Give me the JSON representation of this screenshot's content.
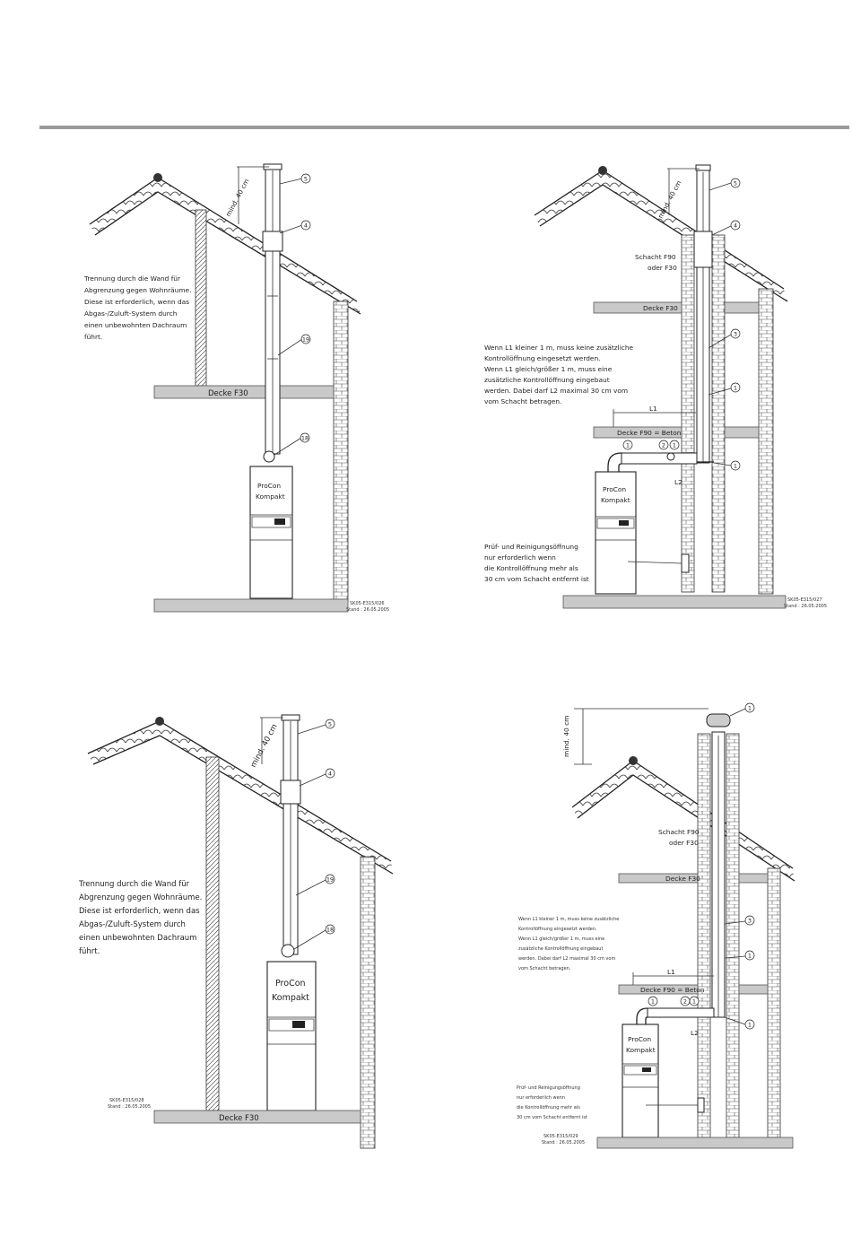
{
  "diagrams": [
    {
      "id": "top-left",
      "dim_label": "mind. 40 cm",
      "note_lines": [
        "Trennung durch die Wand für",
        "Abgrenzung gegen Wohnräume.",
        "Diese ist erforderlich, wenn das",
        "Abgas-/Zuluft-System durch",
        "einen unbewohnten Dachraum",
        "führt."
      ],
      "ceiling_label": "Decke F30",
      "boiler_line1": "ProCon",
      "boiler_line2": "Kompakt",
      "callouts": [
        "5",
        "4",
        "19",
        "18"
      ],
      "stamp_line1": "SK05-E315/026",
      "stamp_line2": "Stand : 26.05.2005"
    },
    {
      "id": "top-right",
      "dim_label": "mind. 40 cm",
      "shaft_line1": "Schacht F90",
      "shaft_line2": "oder F30",
      "ceiling_label": "Decke F30",
      "note_lines": [
        "Wenn L1 kleiner 1 m, muss keine zusätzliche",
        "Kontrollöffnung eingesetzt werden.",
        "Wenn L1 gleich/größer 1 m, muss eine",
        "zusätzliche Kontrollöffnung eingebaut",
        "werden. Dabei darf L2 maximal 30 cm vom",
        "vom Schacht betragen."
      ],
      "l1_label": "L1",
      "l2_label": "L2",
      "concrete_label": "Decke F90 = Beton",
      "boiler_line1": "ProCon",
      "boiler_line2": "Kompakt",
      "callouts": [
        "5",
        "4",
        "3",
        "1",
        "1",
        "1",
        "2",
        "1"
      ],
      "inspect_lines": [
        "Prüf- und Reinigungsöffnung",
        "nur erforderlich wenn",
        "die Kontrollöffnung mehr als",
        "30 cm vom Schacht entfernt ist"
      ],
      "stamp_line1": "SK05-E315/027",
      "stamp_line2": "Stand : 26.05.2005"
    },
    {
      "id": "bottom-left",
      "dim_label": "mind. 40 cm",
      "note_lines": [
        "Trennung durch die Wand für",
        "Abgrenzung gegen Wohnräume.",
        "Diese ist erforderlich, wenn das",
        "Abgas-/Zuluft-System durch",
        "einen unbewohnten Dachraum",
        "führt."
      ],
      "ceiling_label": "Decke F30",
      "boiler_line1": "ProCon",
      "boiler_line2": "Kompakt",
      "callouts": [
        "5",
        "4",
        "19",
        "18"
      ],
      "stamp_line1": "SK05-E315/028",
      "stamp_line2": "Stand : 26.05.2005"
    },
    {
      "id": "bottom-right",
      "dim_label": "mind. 40 cm",
      "shaft_line1": "Schacht F90",
      "shaft_line2": "oder F30",
      "ceiling_label": "Decke F30",
      "note_lines": [
        "Wenn L1 kleiner 1 m, muss keine zusätzliche",
        "Kontrollöffnung eingesetzt werden.",
        "Wenn L1 gleich/größer 1 m, muss eine",
        "zusätzliche Kontrollöffnung eingebaut",
        "werden. Dabei darf L2 maximal 30 cm vom",
        "vom Schacht betragen."
      ],
      "l1_label": "L1",
      "l2_label": "L2",
      "concrete_label": "Decke F90 = Beton",
      "boiler_line1": "ProCon",
      "boiler_line2": "Kompakt",
      "callouts": [
        "1",
        "3",
        "1",
        "1",
        "2",
        "1",
        "1"
      ],
      "inspect_lines": [
        "Prüf- und Reinigungsöffnung",
        "nur erforderlich wenn",
        "die Kontrollöffnung mehr als",
        "30 cm vom Schacht entfernt ist"
      ],
      "stamp_line1": "SK05-E315/029",
      "stamp_line2": "Stand : 26.05.2005"
    }
  ]
}
